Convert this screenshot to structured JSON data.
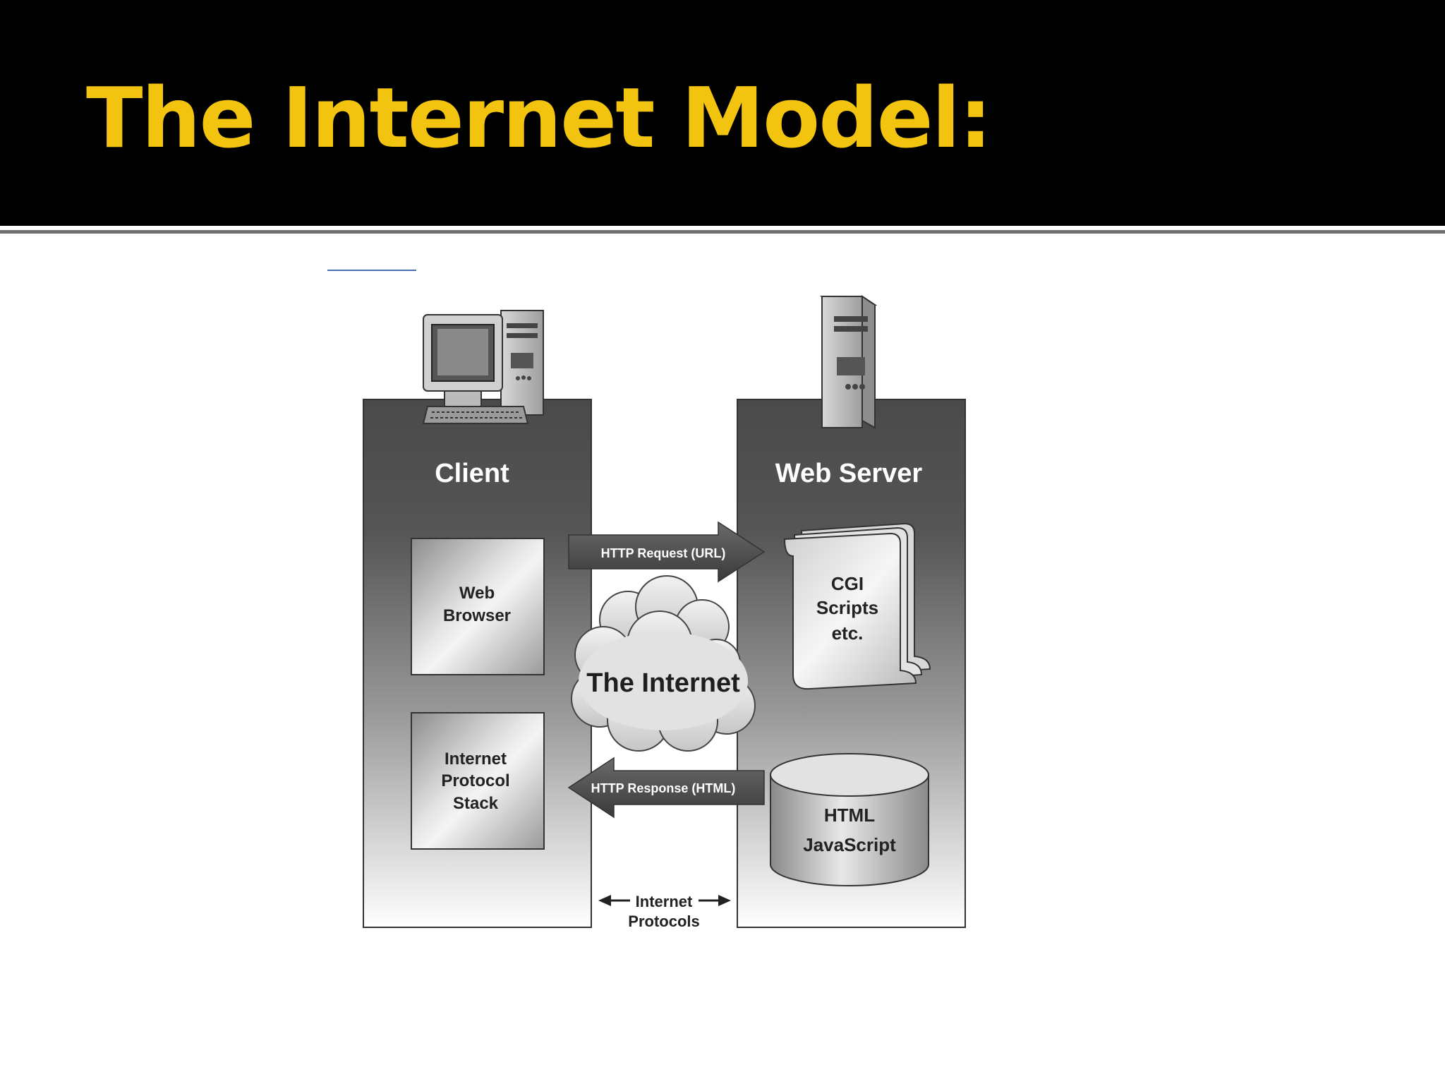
{
  "slide": {
    "title": "The Internet Model:"
  },
  "diagram": {
    "client": {
      "title": "Client",
      "box1": [
        "Web",
        "Browser"
      ],
      "box2": [
        "Internet",
        "Protocol",
        "Stack"
      ]
    },
    "server": {
      "title": "Web Server",
      "scripts": [
        "CGI",
        "Scripts",
        "etc."
      ],
      "database": [
        "HTML",
        "JavaScript"
      ]
    },
    "internet_label": "The Internet",
    "request_label": "HTTP Request (URL)",
    "response_label": "HTTP Response (HTML)",
    "protocols_label": [
      "Internet",
      "Protocols"
    ]
  },
  "colors": {
    "title": "#f2c40f",
    "title_bar": "#000000",
    "panel_top": "#4a4a4a",
    "panel_bottom": "#ffffff",
    "arrow": "#555555"
  }
}
